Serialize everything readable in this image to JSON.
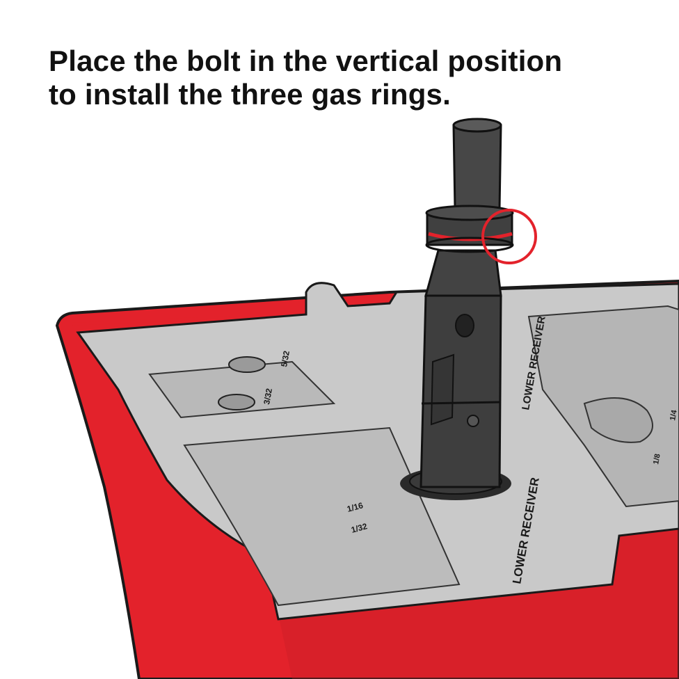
{
  "caption": {
    "line1": "Place the bolt in the vertical position",
    "line2": "to install the three gas rings."
  },
  "tray_labels": {
    "lower_receiver_front": "LOWER RECEIVER",
    "lower_receiver_back": "LOWER RECEIVER",
    "size_a": "5/32",
    "size_b": "3/32",
    "size_c": "1/16",
    "size_d": "1/32",
    "size_e": "1/4",
    "size_f": "1/8"
  },
  "colors": {
    "tray_red": "#e3222b",
    "tray_red_dark": "#b51a21",
    "tray_gray": "#c8c8c8",
    "tray_gray_dark": "#a9a9a9",
    "bolt": "#3e3e3e",
    "highlight_ring": "#e3222b"
  },
  "icons": {
    "highlight": "red-circle-callout"
  }
}
